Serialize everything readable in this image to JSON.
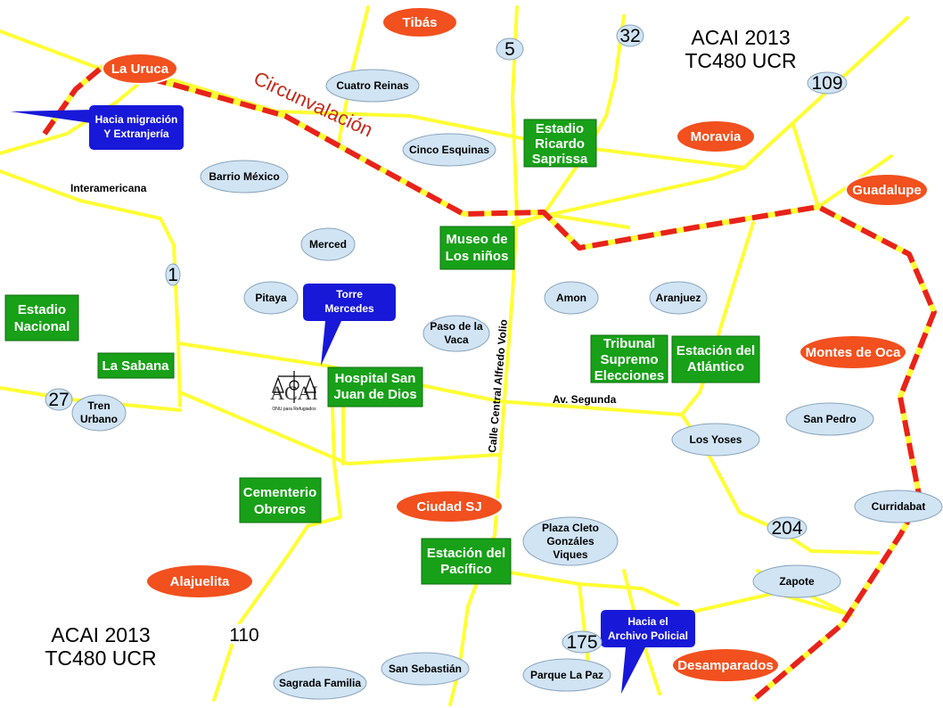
{
  "titles": {
    "top_line1": "ACAI 2013",
    "top_line2": "TC480 UCR",
    "bottom_line1": "ACAI 2013",
    "bottom_line2": "TC480 UCR"
  },
  "ring_road": "Circunvalación",
  "streets": {
    "interamericana": "Interamericana",
    "av_segunda": "Av. Segunda",
    "calle_central": "Calle Central Alfredo Volio"
  },
  "cities": {
    "tibas": "Tibás",
    "la_uruca": "La Uruca",
    "moravia": "Moravia",
    "guadalupe": "Guadalupe",
    "montes_de_oca": "Montes de Oca",
    "ciudad_sj": "Ciudad SJ",
    "alajuelita": "Alajuelita",
    "desamparados": "Desamparados"
  },
  "neighborhoods": {
    "cuatro_reinas": "Cuatro Reinas",
    "cinco_esquinas": "Cinco Esquinas",
    "barrio_mexico": "Barrio México",
    "merced": "Merced",
    "pitaya": "Pitaya",
    "amon": "Amon",
    "aranjuez": "Aranjuez",
    "paso_de_la_vaca_1": "Paso de la",
    "paso_de_la_vaca_2": "Vaca",
    "tren_urbano_1": "Tren",
    "tren_urbano_2": "Urbano",
    "san_pedro": "San Pedro",
    "los_yoses": "Los Yoses",
    "curridabat": "Curridabat",
    "zapote": "Zapote",
    "plaza_cleto_1": "Plaza Cleto",
    "plaza_cleto_2": "Gonzáles",
    "plaza_cleto_3": "Viques",
    "san_sebastian": "San Sebastián",
    "sagrada_familia": "Sagrada Familia",
    "parque_la_paz": "Parque La Paz"
  },
  "landmarks": {
    "saprissa_1": "Estadio",
    "saprissa_2": "Ricardo",
    "saprissa_3": "Saprissa",
    "museo_1": "Museo de",
    "museo_2": "Los niños",
    "estadio_nacional_1": "Estadio",
    "estadio_nacional_2": "Nacional",
    "la_sabana": "La Sabana",
    "hospital_1": "Hospital San",
    "hospital_2": "Juan de Dios",
    "tribunal_1": "Tribunal",
    "tribunal_2": "Supremo",
    "tribunal_3": "Elecciones",
    "atlantico_1": "Estación del",
    "atlantico_2": "Atlántico",
    "cementerio_1": "Cementerio",
    "cementerio_2": "Obreros",
    "pacifico_1": "Estación del",
    "pacifico_2": "Pacífico"
  },
  "callouts": {
    "migracion_1": "Hacia migración",
    "migracion_2": "Y Extranjería",
    "torre_1": "Torre",
    "torre_2": "Mercedes",
    "archivo_1": "Hacia el",
    "archivo_2": "Archivo Policial"
  },
  "routes": {
    "r5": "5",
    "r32": "32",
    "r109": "109",
    "r1": "1",
    "r27": "27",
    "r204": "204",
    "r175": "175",
    "r110": "110"
  },
  "logo": {
    "text": "ACAI",
    "caption": "ONU para Refugiados"
  },
  "colors": {
    "road": "#ffff33",
    "ring_road": "#e8221c",
    "city_fill": "#f2501e",
    "hood_fill": "#d0e4f4",
    "landmark_fill": "#18a018",
    "callout_fill": "#1818d8"
  }
}
